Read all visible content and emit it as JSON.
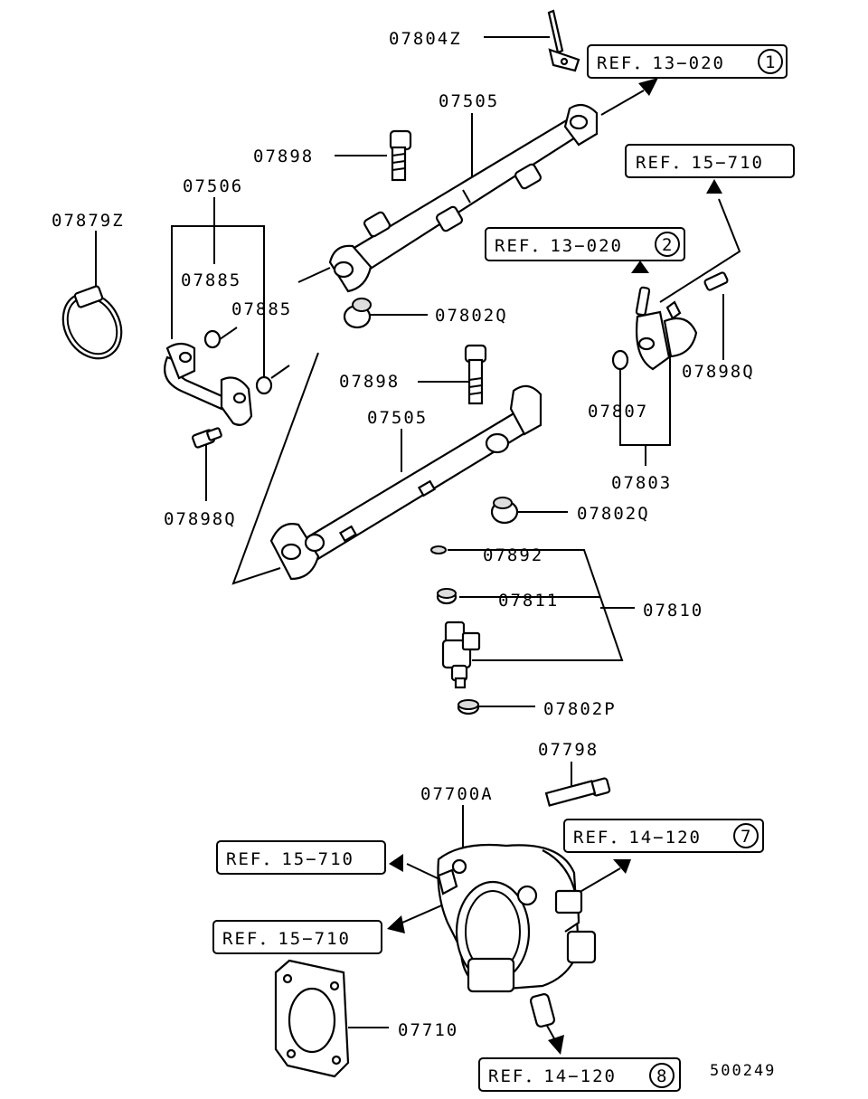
{
  "diagram_id": "500249",
  "part_labels": {
    "p07804Z": "07804Z",
    "p07505a": "07505",
    "p07898a": "07898",
    "p07506": "07506",
    "p07879Z": "07879Z",
    "p07885a": "07885",
    "p07885b": "07885",
    "p07802Qa": "07802Q",
    "p07898b": "07898",
    "p07505b": "07505",
    "p07898Qa": "07898Q",
    "p07898Qb": "07898Q",
    "p07807": "07807",
    "p07803": "07803",
    "p07802Qb": "07802Q",
    "p07892": "07892",
    "p07811": "07811",
    "p07810": "07810",
    "p07802P": "07802P",
    "p07798": "07798",
    "p07700A": "07700A",
    "p07710": "07710"
  },
  "refs": {
    "r1": {
      "text": "REF．13−020",
      "num": "1"
    },
    "r2": {
      "text": "REF．15−710",
      "num": ""
    },
    "r3": {
      "text": "REF．13−020",
      "num": "2"
    },
    "r4": {
      "text": "REF．14−120",
      "num": "7"
    },
    "r5": {
      "text": "REF．15−710",
      "num": ""
    },
    "r6": {
      "text": "REF．15−710",
      "num": ""
    },
    "r7": {
      "text": "REF．14−120",
      "num": "8"
    }
  }
}
